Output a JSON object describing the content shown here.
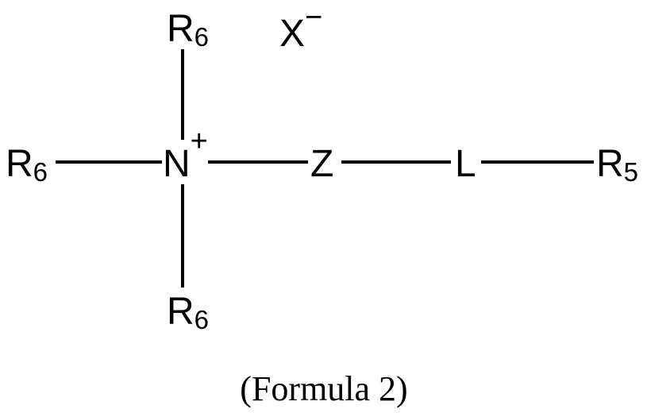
{
  "formula": {
    "top_substituent": {
      "symbol": "R",
      "subscript": "6"
    },
    "left_substituent": {
      "symbol": "R",
      "subscript": "6"
    },
    "bottom_substituent": {
      "symbol": "R",
      "subscript": "6"
    },
    "counter_ion": {
      "symbol": "X",
      "charge": "−"
    },
    "center_atom": {
      "symbol": "N",
      "charge": "+"
    },
    "linker_1": "Z",
    "linker_2": "L",
    "terminal_group": {
      "symbol": "R",
      "subscript": "5"
    }
  },
  "caption": "(Formula 2)"
}
